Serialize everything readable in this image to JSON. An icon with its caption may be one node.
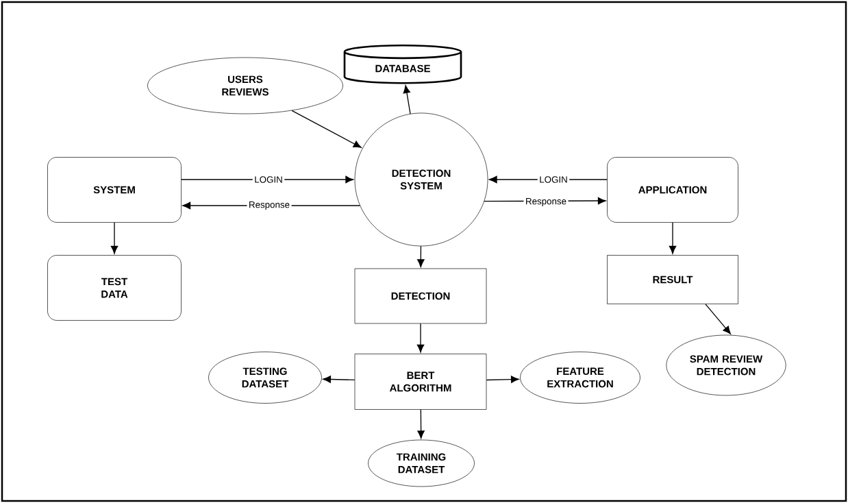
{
  "diagram": {
    "nodes": [
      {
        "text": [
          "DATABASE"
        ]
      },
      {
        "text": [
          "USERS REVIEWS"
        ]
      },
      {
        "text": [
          "DETECTION SYSTEM"
        ]
      },
      {
        "text": [
          "SYSTEM"
        ]
      },
      {
        "text": [
          "APPLICATION"
        ]
      },
      {
        "text": [
          "TEST DATA"
        ]
      },
      {
        "text": [
          "DETECTION"
        ]
      },
      {
        "text": [
          "RESULT"
        ]
      },
      {
        "text": [
          "BERT ALGORITHM"
        ]
      },
      {
        "text": [
          "TESTING DATASET"
        ]
      },
      {
        "text": [
          "FEATURE EXTRACTION"
        ]
      },
      {
        "text": [
          "SPAM REVIEW DETECTION"
        ]
      },
      {
        "text": [
          "TRAINING DATASET"
        ]
      }
    ],
    "edges": [
      {
        "from": 1,
        "to": 2,
        "arrow": "to"
      },
      {
        "from": 2,
        "to": 0,
        "arrow": "to"
      },
      {
        "from": 3,
        "to": 2,
        "arrow": "to",
        "label": "LOGIN"
      },
      {
        "from": 2,
        "to": 3,
        "arrow": "to",
        "label": "Response"
      },
      {
        "from": 4,
        "to": 2,
        "arrow": "to",
        "label": "LOGIN"
      },
      {
        "from": 2,
        "to": 4,
        "arrow": "to",
        "label": "Response"
      },
      {
        "from": 3,
        "to": 5,
        "arrow": "to"
      },
      {
        "from": 2,
        "to": 6,
        "arrow": "to"
      },
      {
        "from": 4,
        "to": 7,
        "arrow": "to"
      },
      {
        "from": 6,
        "to": 8,
        "arrow": "to"
      },
      {
        "from": 7,
        "to": 11,
        "arrow": "to"
      },
      {
        "from": 8,
        "to": 9,
        "arrow": "to"
      },
      {
        "from": 8,
        "to": 10,
        "arrow": "to"
      },
      {
        "from": 8,
        "to": 12,
        "arrow": "to"
      }
    ]
  }
}
